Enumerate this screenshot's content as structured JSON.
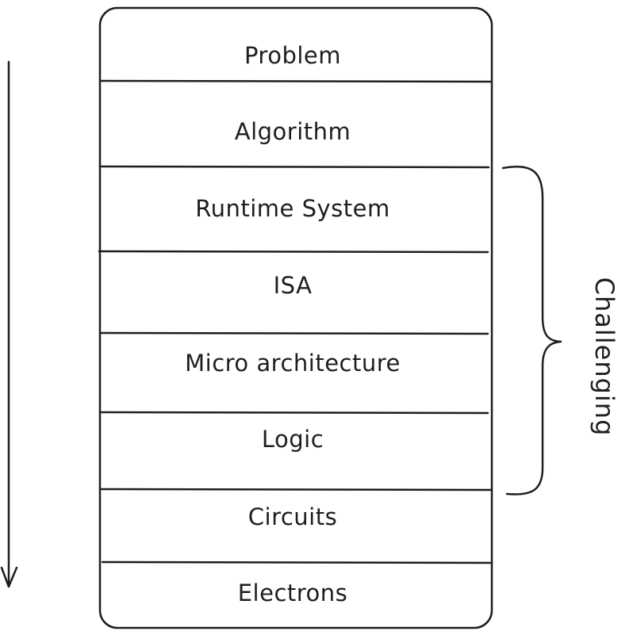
{
  "layers": [
    "Problem",
    "Algorithm",
    "Runtime System",
    "ISA",
    "Micro architecture",
    "Logic",
    "Circuits",
    "Electrons"
  ],
  "bracket": {
    "label": "Challenging",
    "from_layer": "Runtime System",
    "to_layer": "Logic"
  },
  "arrow": {
    "direction": "down"
  }
}
